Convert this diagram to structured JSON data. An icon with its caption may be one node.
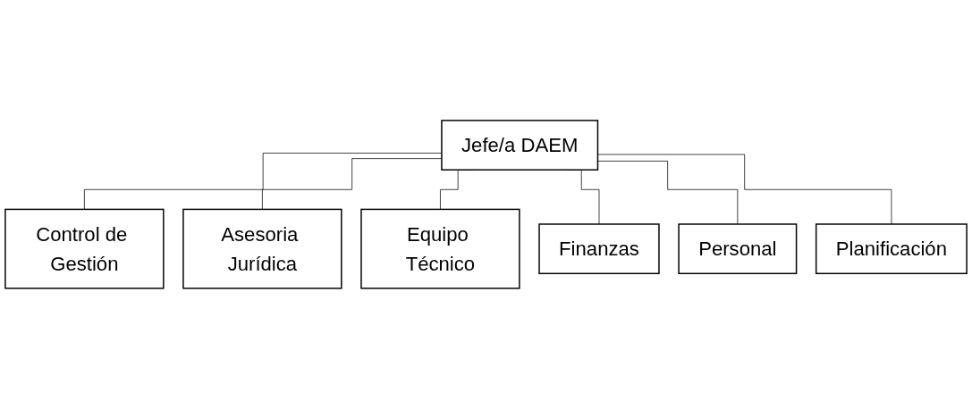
{
  "diagram": {
    "nodes": [
      {
        "text": [
          "Jefe/a DAEM"
        ]
      },
      {
        "text": [
          "Control de Gestión"
        ]
      },
      {
        "text": [
          "Asesoria Jurídica"
        ]
      },
      {
        "text": [
          "Equipo Técnico"
        ]
      },
      {
        "text": [
          "Finanzas"
        ]
      },
      {
        "text": [
          "Personal"
        ]
      },
      {
        "text": [
          "Planificación"
        ]
      }
    ],
    "edges": [
      {
        "from": 0,
        "to": 1,
        "arrow": "none"
      },
      {
        "from": 0,
        "to": 2,
        "arrow": "none"
      },
      {
        "from": 0,
        "to": 3,
        "arrow": "none"
      },
      {
        "from": 0,
        "to": 4,
        "arrow": "none"
      },
      {
        "from": 0,
        "to": 5,
        "arrow": "none"
      },
      {
        "from": 0,
        "to": 6,
        "arrow": "none"
      }
    ]
  }
}
